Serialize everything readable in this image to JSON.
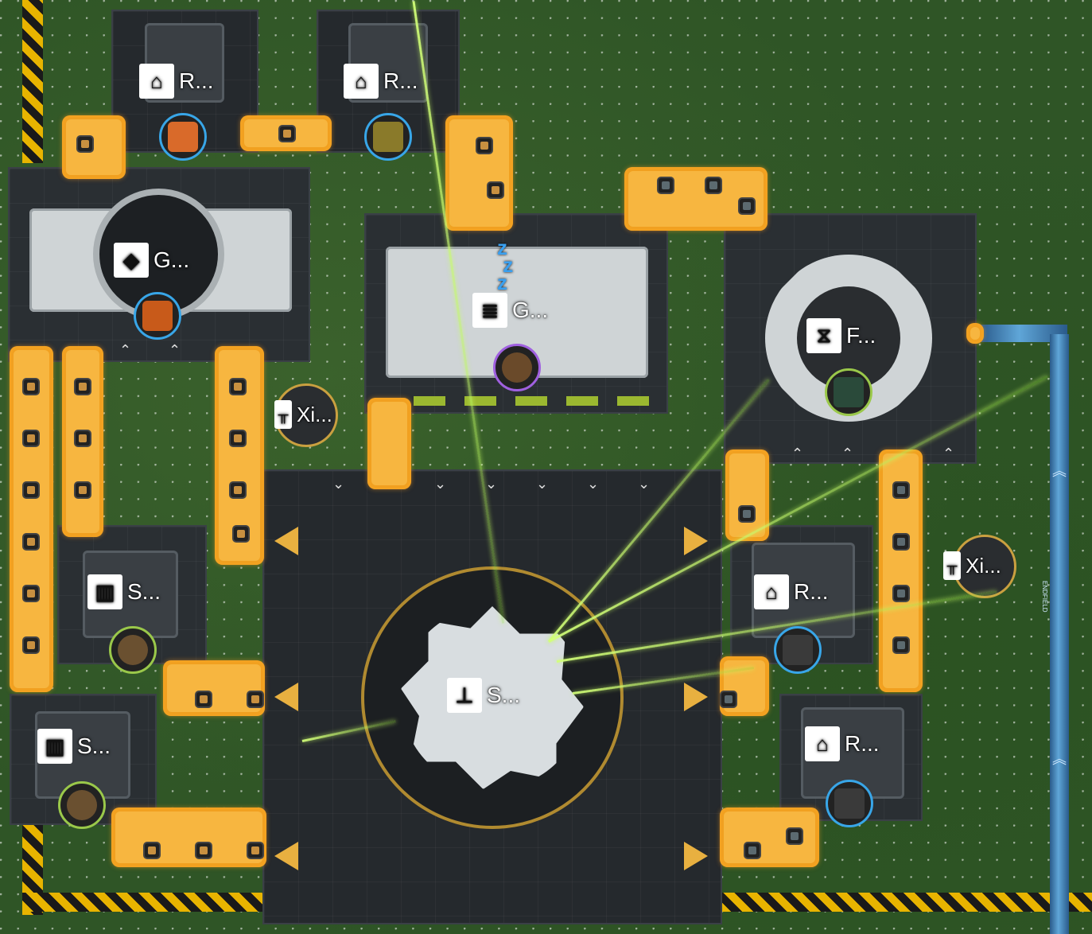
{
  "facilities": {
    "refinery_top_left": {
      "icon": "refinery-icon",
      "label": "R..."
    },
    "refinery_top_mid": {
      "icon": "refinery-icon",
      "label": "R..."
    },
    "grinder_left": {
      "icon": "grinder-icon",
      "label": "G..."
    },
    "gear_unit_center": {
      "icon": "gearing-unit-icon",
      "label": "G..."
    },
    "filling_unit_right": {
      "icon": "filling-unit-icon",
      "label": "F..."
    },
    "xiranite_relay_left": {
      "icon": "relay-tower-icon",
      "label": "Xi..."
    },
    "xiranite_relay_right": {
      "icon": "relay-tower-icon",
      "label": "Xi..."
    },
    "shredder_upper": {
      "icon": "shredder-icon",
      "label": "S..."
    },
    "shredder_lower": {
      "icon": "shredder-icon",
      "label": "S..."
    },
    "refinery_right_upper": {
      "icon": "refinery-icon",
      "label": "R..."
    },
    "refinery_right_lower": {
      "icon": "refinery-icon",
      "label": "R..."
    },
    "core_hub": {
      "icon": "core-hub-icon",
      "label": "S..."
    }
  },
  "status": {
    "idle_indicator": "sleep-zz-icon"
  },
  "colors": {
    "belt": "#f0a020",
    "hazard_yellow": "#e8b400",
    "badge_blue": "#38a6e8",
    "badge_green": "#9ac84a",
    "badge_purple": "#a060e0",
    "power_beam": "#c8ff78",
    "water_pipe": "#5fa6d8"
  },
  "pipe_marker": "ENDFIELD"
}
